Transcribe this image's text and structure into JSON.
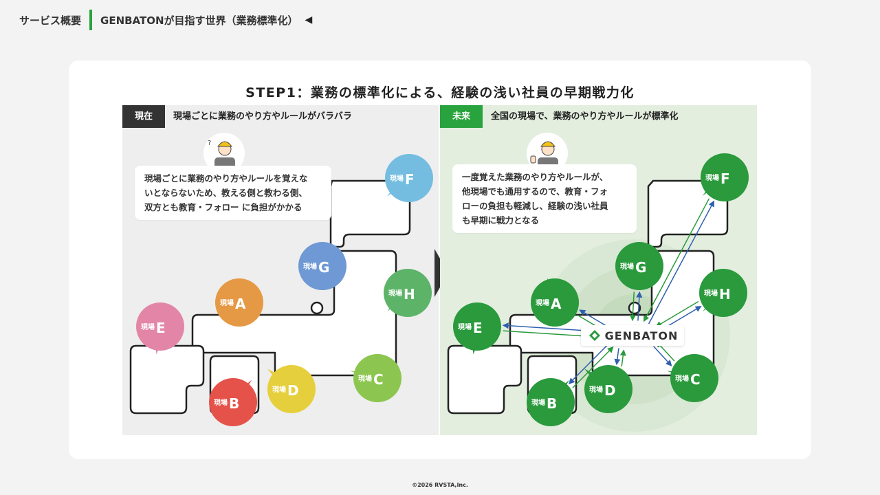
{
  "header": {
    "section": "サービス概要",
    "title": "GENBATONが目指す世界（業務標準化）",
    "play_icon": "left-triangle-icon"
  },
  "step_title": "STEP1：業務の標準化による、経験の浅い社員の早期戦力化",
  "current": {
    "tag": "現在",
    "caption": "現場ごとに業務のやり方やルールがバラバラ",
    "text_lines": [
      "現場ごとに業務のやり方やルールを覚えな",
      "いとならないため、教える側と教わる側、",
      "双方とも教育・フォロー に負担がかかる"
    ],
    "site_label": "現場",
    "sites": [
      {
        "letter": "F",
        "color": "#74bde0"
      },
      {
        "letter": "G",
        "color": "#6e99d4"
      },
      {
        "letter": "H",
        "color": "#5db469"
      },
      {
        "letter": "A",
        "color": "#e59945"
      },
      {
        "letter": "E",
        "color": "#e385a6"
      },
      {
        "letter": "C",
        "color": "#8cc650"
      },
      {
        "letter": "D",
        "color": "#e6cf3c"
      },
      {
        "letter": "B",
        "color": "#e45249"
      }
    ]
  },
  "future": {
    "tag": "未来",
    "caption": "全国の現場で、業務のやり方やルールが標準化",
    "text_lines": [
      "一度覚えた業務のやり方やルールが、",
      "他現場でも通用するので、教育・フォ",
      "ローの負担も軽減し、経験の浅い社員",
      "も早期に戦力となる"
    ],
    "site_label": "現場",
    "hub_label": "GENBATON",
    "site_color": "#2a9a3c",
    "sites": [
      {
        "letter": "F"
      },
      {
        "letter": "G"
      },
      {
        "letter": "H"
      },
      {
        "letter": "A"
      },
      {
        "letter": "E"
      },
      {
        "letter": "C"
      },
      {
        "letter": "D"
      },
      {
        "letter": "B"
      }
    ]
  },
  "footer": "©2026 RVSTA,Inc."
}
